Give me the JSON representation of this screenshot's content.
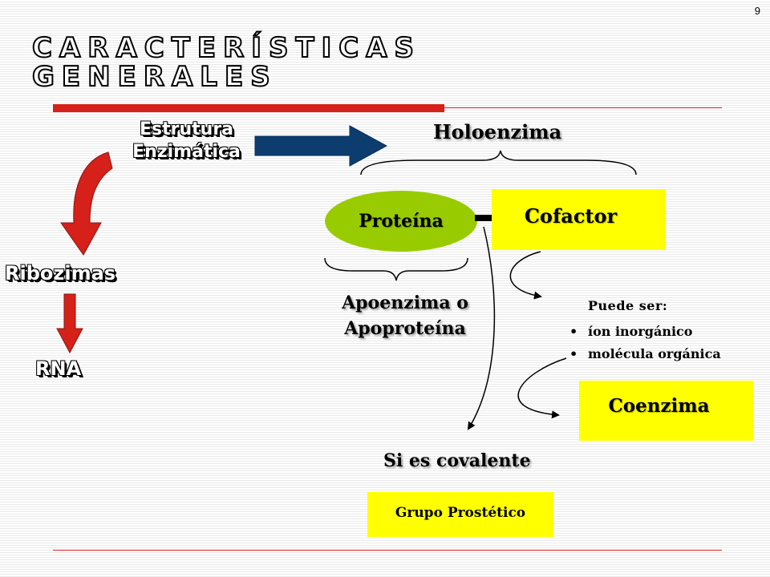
{
  "slide_number": "9",
  "title": {
    "line1": "Características",
    "line2": "generales"
  },
  "estrutura": {
    "line1": "Estrutura",
    "line2": "Enzimática"
  },
  "holoenzima": "Holoenzima",
  "proteina": "Proteína",
  "cofactor": "Cofactor",
  "ribozimas": "Ribozimas",
  "rna": "RNA",
  "apoenzima": {
    "line1": "Apoenzima o",
    "line2": "Apoproteína"
  },
  "puede_ser": "Puede ser:",
  "options": [
    "íon inorgánico",
    "molécula orgánica"
  ],
  "coenzima": "Coenzima",
  "covalente": "Si es covalente",
  "grupo_prostetico": "Grupo Prostético",
  "colors": {
    "accent_red": "#d6201a",
    "arrow_blue": "#0d3d6e",
    "protein_green": "#99cc00",
    "box_yellow": "#ffff00"
  }
}
